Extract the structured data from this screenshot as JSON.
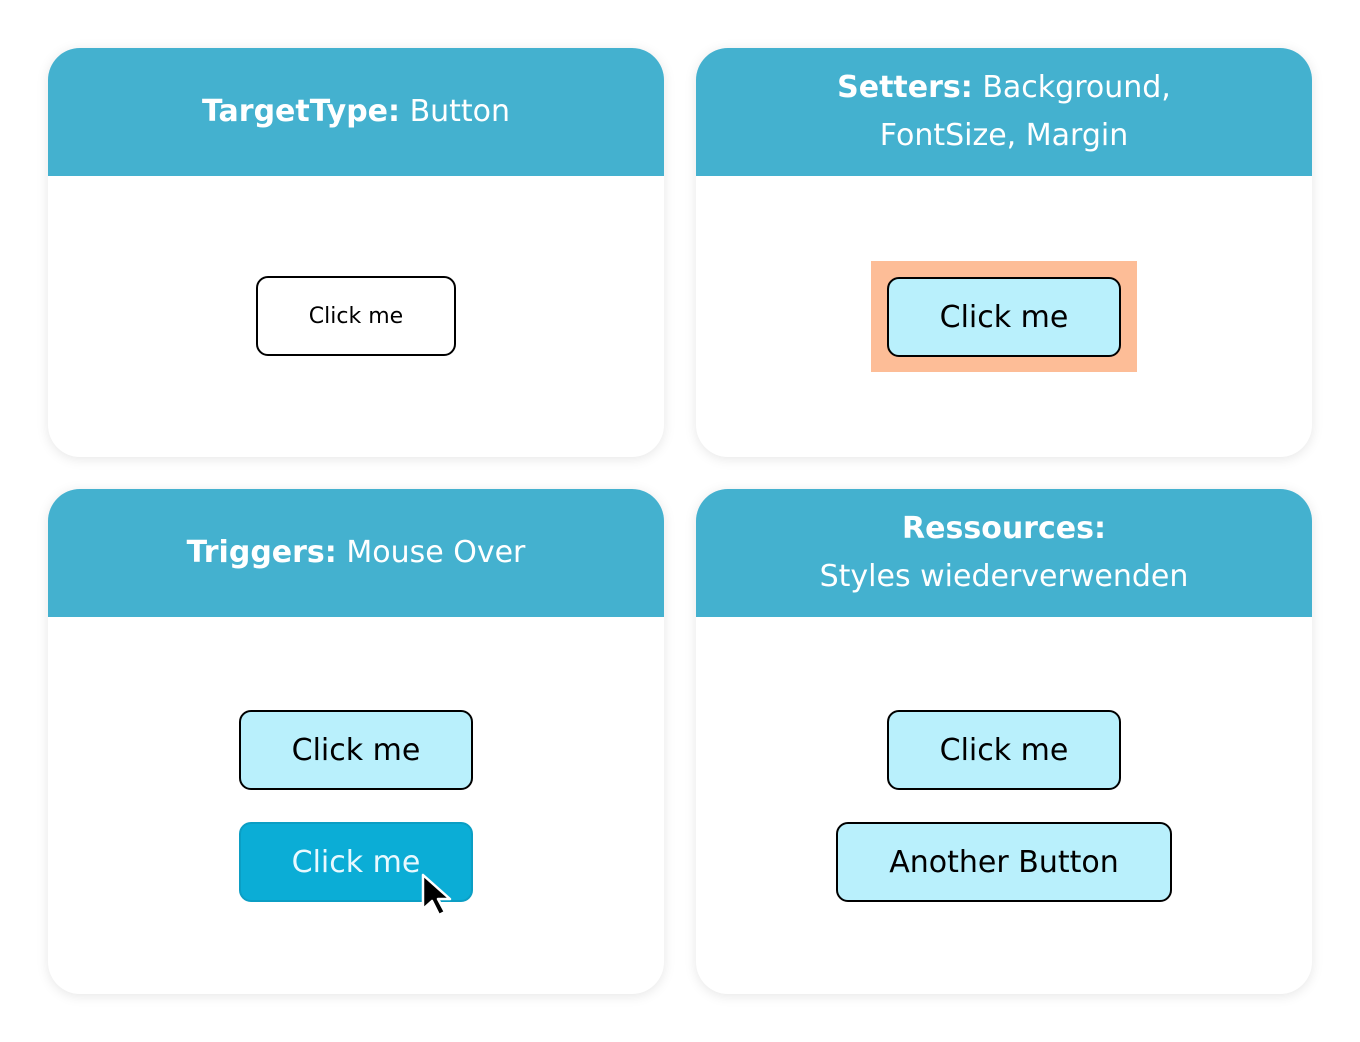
{
  "cards": {
    "target_type": {
      "title_bold": "TargetType:",
      "title_text": "Button",
      "button_label": "Click me"
    },
    "setters": {
      "title_bold": "Setters:",
      "title_line1": "Background,",
      "title_line2": "FontSize, Margin",
      "button_label": "Click me"
    },
    "triggers": {
      "title_bold": "Triggers:",
      "title_text": "Mouse Over",
      "button_normal_label": "Click me",
      "button_hover_label": "Click me"
    },
    "ressources": {
      "title_bold": "Ressources:",
      "title_line2": "Styles wiederverwenden",
      "button1_label": "Click me",
      "button2_label": "Another Button"
    }
  },
  "colors": {
    "header_bg": "#44b1cf",
    "button_light_bg": "#b9f0fc",
    "button_hover_bg": "#0badd6",
    "margin_bg": "#fdbd97"
  },
  "icons": {
    "cursor": "mouse-pointer-icon"
  }
}
